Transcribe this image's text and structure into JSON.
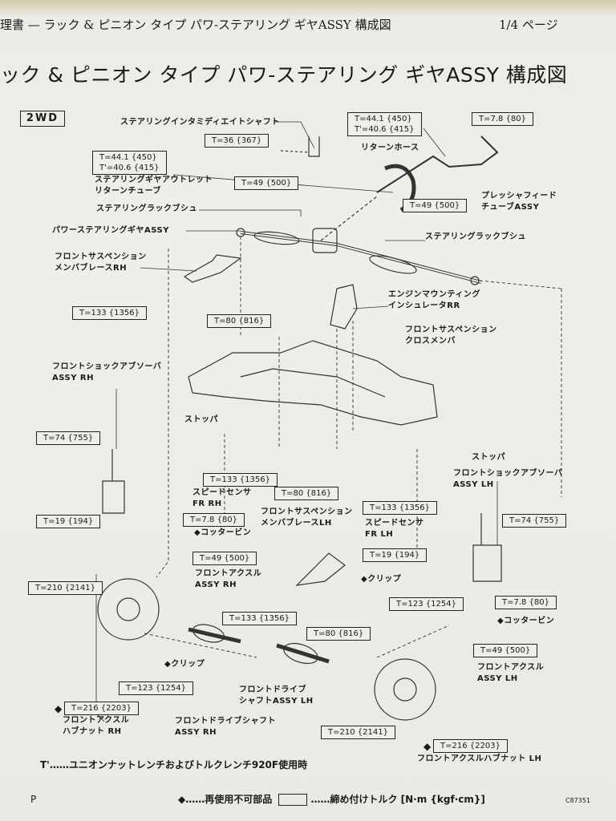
{
  "header": {
    "running_title": "理書 — ラック & ピニオン タイプ パワ-ステアリング ギヤASSY 構成図",
    "page_indicator": "1/4 ページ"
  },
  "title": "ック & ピニオン タイプ パワ-ステアリング ギヤASSY 構成図",
  "variant_badge": "2WD",
  "labels": [
    {
      "lines": [
        "ステアリングインタミディエイトシャフト"
      ]
    },
    {
      "lines": [
        "ステアリングギヤアウトレット",
        "リターンチューブ"
      ]
    },
    {
      "lines": [
        "ステアリングラックブシュ"
      ]
    },
    {
      "lines": [
        "パワーステアリングギヤASSY"
      ]
    },
    {
      "lines": [
        "フロントサスペンション",
        "メンバブレースRH"
      ]
    },
    {
      "lines": [
        "リターンホース"
      ]
    },
    {
      "lines": [
        "プレッシャフィード",
        "チューブASSY"
      ]
    },
    {
      "lines": [
        "ステアリングラックブシュ"
      ]
    },
    {
      "lines": [
        "エンジンマウンティング",
        "インシュレータRR"
      ]
    },
    {
      "lines": [
        "フロントサスペンション",
        "クロスメンバ"
      ]
    },
    {
      "lines": [
        "フロントショックアブソーバ",
        "ASSY RH"
      ]
    },
    {
      "lines": [
        "ストッパ"
      ]
    },
    {
      "lines": [
        "スピードセンサ",
        "FR RH"
      ]
    },
    {
      "lines": [
        "◆コッタービン"
      ]
    },
    {
      "lines": [
        "フロントサスペンション",
        "メンバブレースLH"
      ]
    },
    {
      "lines": [
        "フロントアクスル",
        "ASSY RH"
      ]
    },
    {
      "lines": [
        "◆クリップ"
      ]
    },
    {
      "lines": [
        "フロントアクスル",
        "ハブナット RH"
      ]
    },
    {
      "lines": [
        "フロントドライブシャフト",
        "ASSY RH"
      ]
    },
    {
      "lines": [
        "フロントドライブ",
        "シャフトASSY LH"
      ]
    },
    {
      "lines": [
        "ストッパ"
      ]
    },
    {
      "lines": [
        "フロントショックアブソーバ",
        "ASSY LH"
      ]
    },
    {
      "lines": [
        "スピードセンサ",
        "FR LH"
      ]
    },
    {
      "lines": [
        "◆クリップ"
      ]
    },
    {
      "lines": [
        "◆コッタービン"
      ]
    },
    {
      "lines": [
        "フロントアクスル",
        "ASSY LH"
      ]
    },
    {
      "lines": [
        "フロントアクスルハブナット LH"
      ]
    }
  ],
  "torque_boxes": [
    {
      "lines": [
        "T=36 {367}"
      ]
    },
    {
      "lines": [
        "T=44.1 {450}",
        "T'=40.6 {415}"
      ]
    },
    {
      "lines": [
        "T=49 {500}"
      ]
    },
    {
      "lines": [
        "T=133 {1356}"
      ]
    },
    {
      "lines": [
        "T=80 {816}"
      ]
    },
    {
      "lines": [
        "T=44.1 {450}",
        "T'=40.6 {415}"
      ]
    },
    {
      "lines": [
        "T=7.8 {80}"
      ]
    },
    {
      "lines": [
        "T=49 {500}"
      ]
    },
    {
      "lines": [
        "T=74 {755}"
      ]
    },
    {
      "lines": [
        "T=133 {1356}"
      ]
    },
    {
      "lines": [
        "T=80 {816}"
      ]
    },
    {
      "lines": [
        "T=7.8 {80}"
      ]
    },
    {
      "lines": [
        "T=19 {194}"
      ]
    },
    {
      "lines": [
        "T=49 {500}"
      ]
    },
    {
      "lines": [
        "T=210 {2141}"
      ]
    },
    {
      "lines": [
        "T=133 {1356}"
      ]
    },
    {
      "lines": [
        "T=80 {816}"
      ]
    },
    {
      "lines": [
        "T=123 {1254}"
      ]
    },
    {
      "lines": [
        "T=216 {2203}"
      ],
      "non_reusable": true
    },
    {
      "lines": [
        "T=133 {1356}"
      ]
    },
    {
      "lines": [
        "T=74 {755}"
      ]
    },
    {
      "lines": [
        "T=19 {194}"
      ]
    },
    {
      "lines": [
        "T=7.8 {80}"
      ]
    },
    {
      "lines": [
        "T=123 {1254}"
      ]
    },
    {
      "lines": [
        "T=49 {500}"
      ]
    },
    {
      "lines": [
        "T=210 {2141}"
      ]
    },
    {
      "lines": [
        "T=216 {2203}"
      ],
      "non_reusable": true
    }
  ],
  "footer": {
    "t_prime_note": "T'……ユニオンナットレンチおよびトルクレンチ920F使用時",
    "page_letter": "P",
    "non_reusable_symbol": "◆",
    "non_reusable_legend": "……再使用不可部品",
    "torque_legend": "……締め付けトルク [N·m {kgf·cm}]",
    "figure_code": "C87351"
  }
}
